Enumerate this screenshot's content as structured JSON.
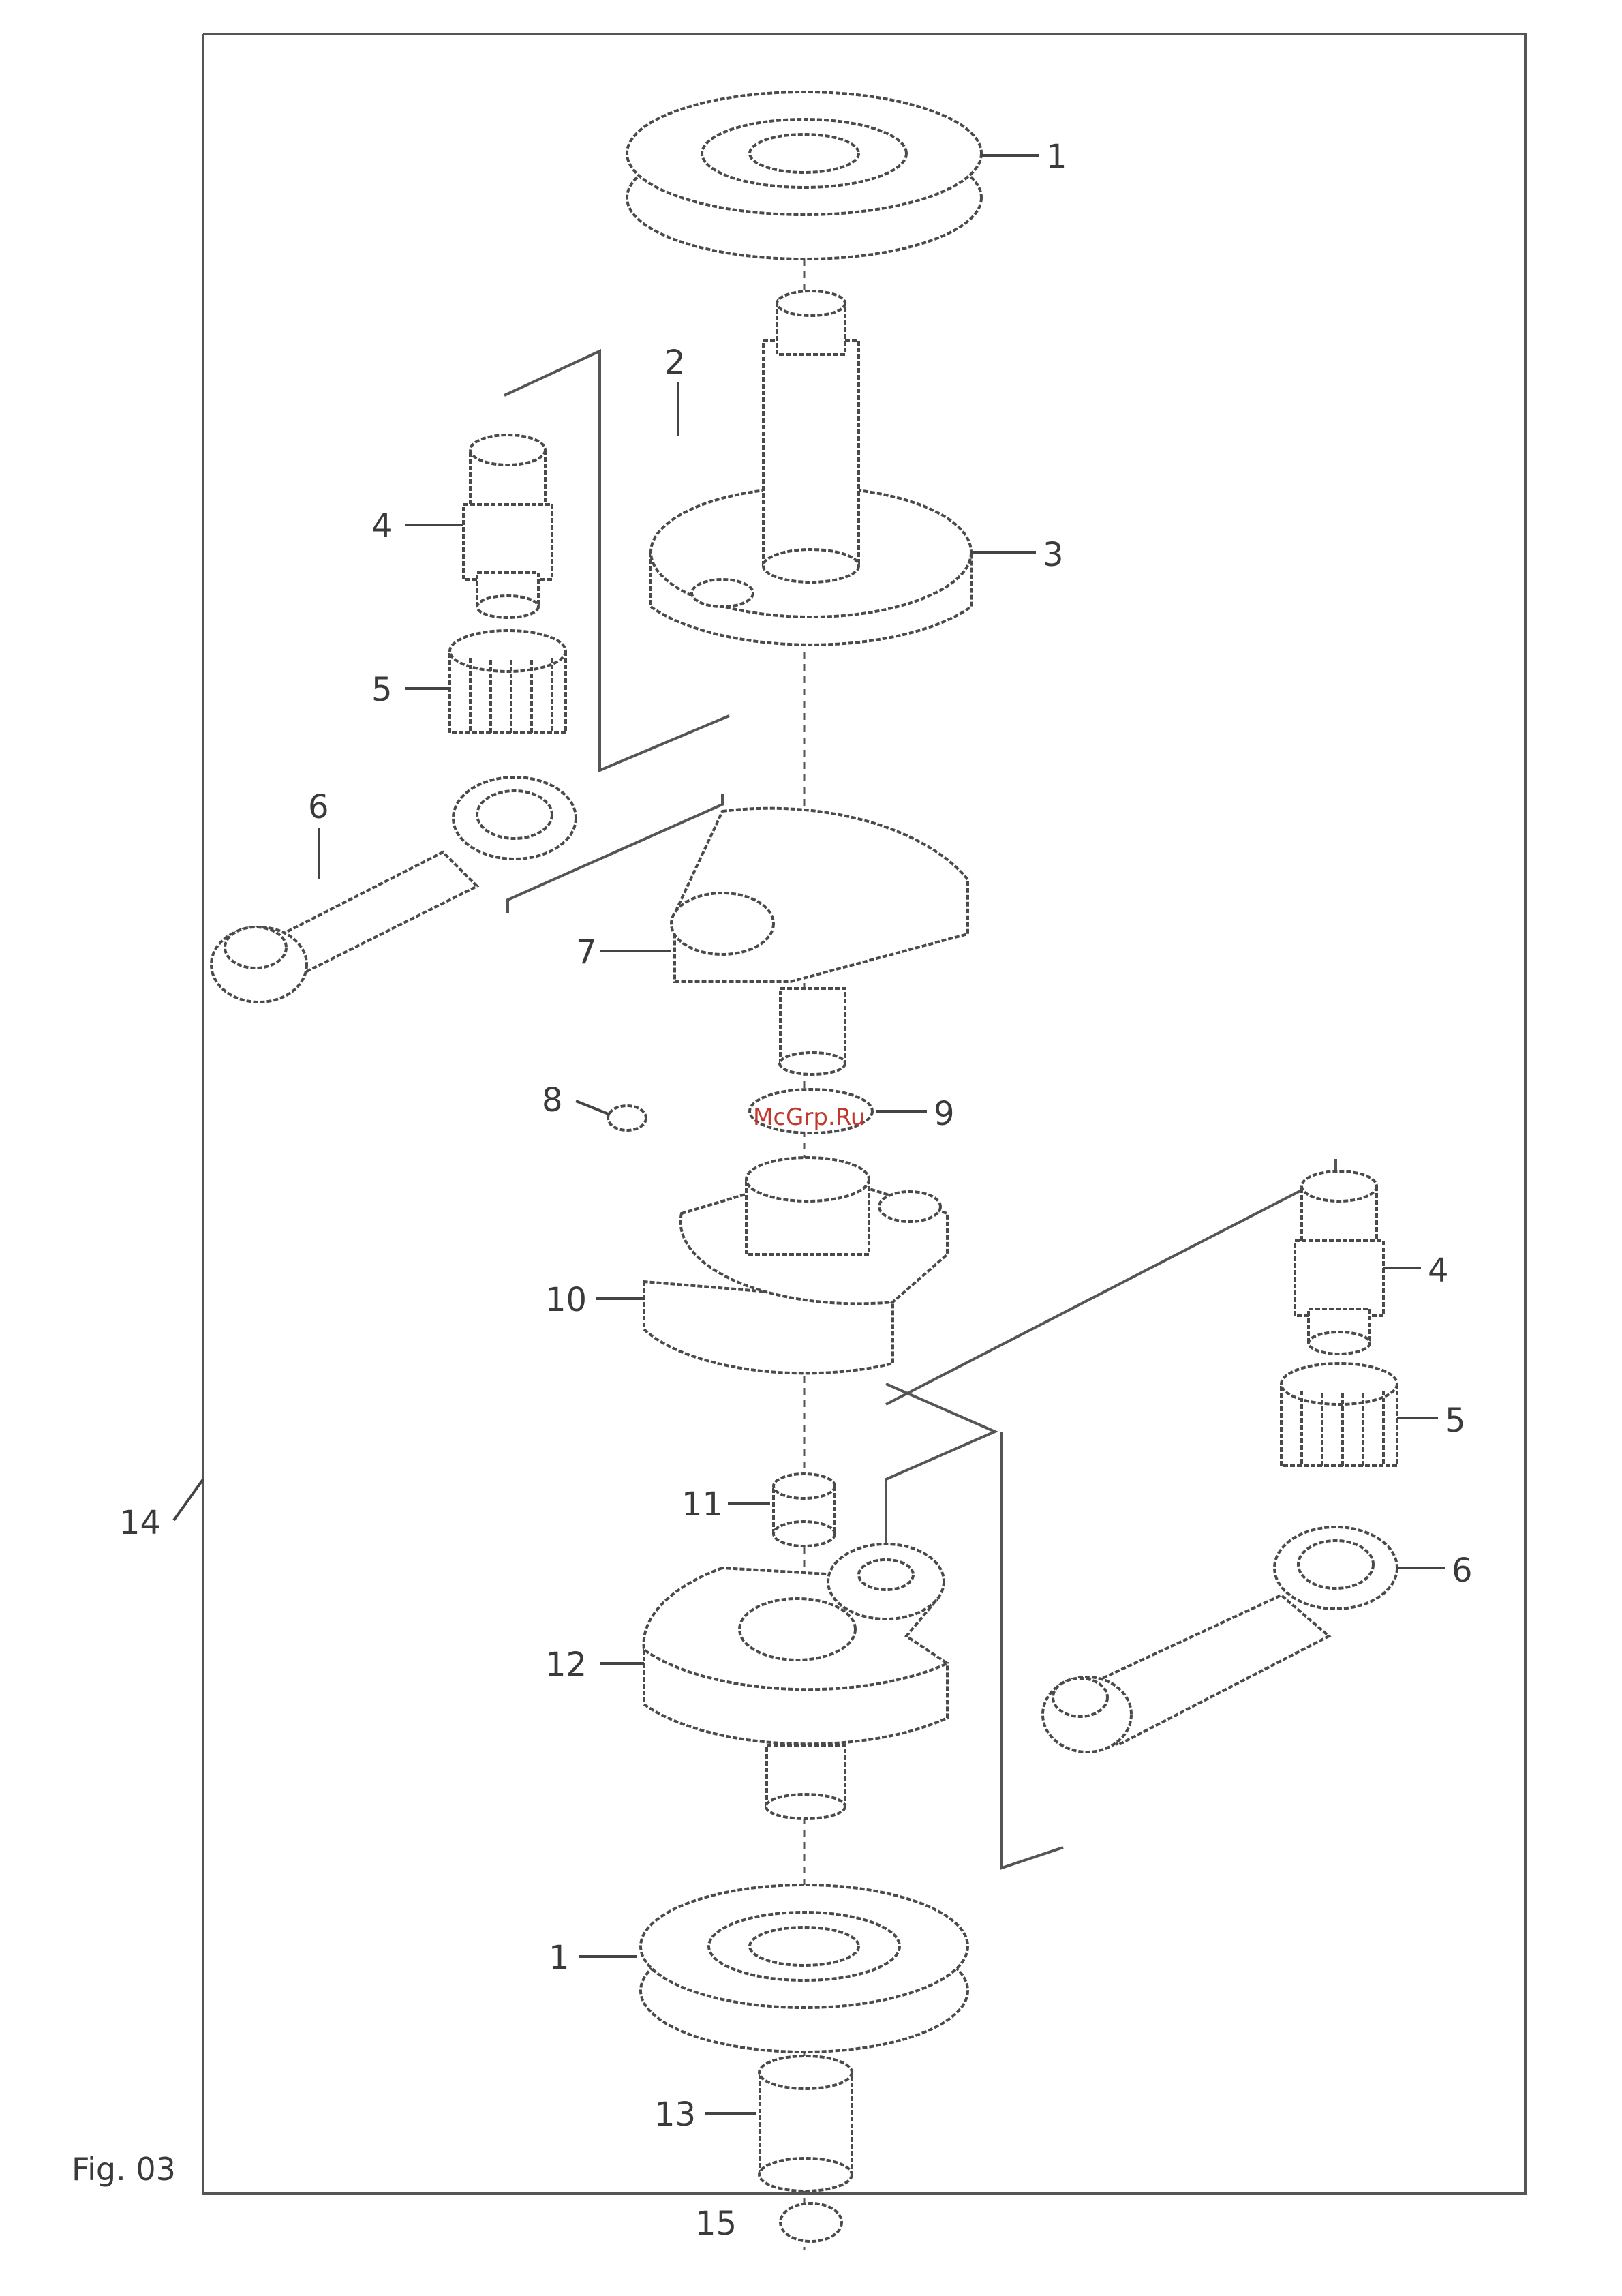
{
  "figure": {
    "label": "Fig. 03"
  },
  "watermark": "McGrp.Ru",
  "callouts": {
    "c1_top": "1",
    "c2": "2",
    "c3": "3",
    "c4_left": "4",
    "c5_left": "5",
    "c6_left": "6",
    "c7": "7",
    "c8": "8",
    "c9": "9",
    "c10": "10",
    "c4_right": "4",
    "c5_right": "5",
    "c6_right": "6",
    "c11": "11",
    "c12": "12",
    "c1_bottom": "1",
    "c13": "13",
    "c14": "14",
    "c15": "15"
  }
}
